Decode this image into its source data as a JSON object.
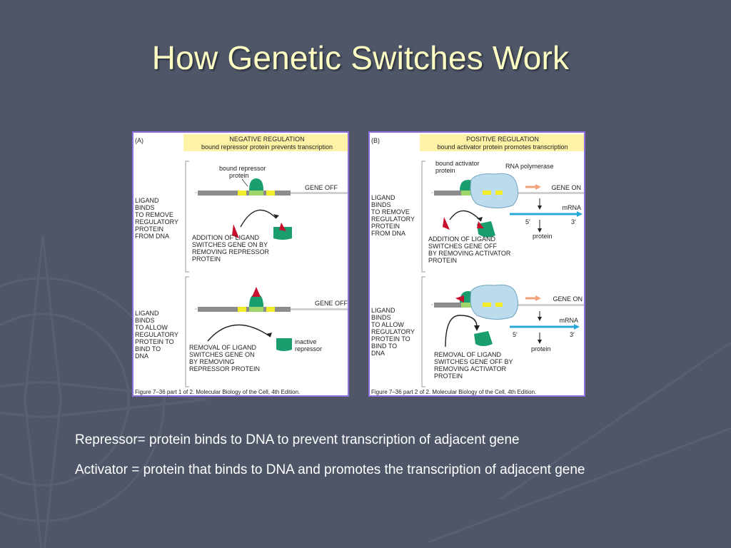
{
  "title": "How Genetic Switches Work",
  "colors": {
    "background": "#4e5668",
    "title": "#ffffc4",
    "header": "#fdf2a6",
    "frame": "#8f6fe0",
    "protein": "#1a9e6e",
    "ligand": "#c8102e",
    "polymerase": "#bcdcee",
    "mrna": "#2aa8d8"
  },
  "panel_a": {
    "tag": "(A)",
    "header_title": "NEGATIVE REGULATION",
    "header_subtitle": "bound repressor protein prevents transcription",
    "protein_label_1": "bound repressor",
    "protein_label_2": "protein",
    "gene_off_1": "GENE OFF",
    "gene_off_2": "GENE OFF",
    "side1": [
      "LIGAND",
      "BINDS",
      "TO REMOVE",
      "REGULATORY",
      "PROTEIN",
      "FROM DNA"
    ],
    "action1": [
      "ADDITION OF LIGAND",
      "SWITCHES GENE ON BY",
      "REMOVING REPRESSOR",
      "PROTEIN"
    ],
    "side2": [
      "LIGAND",
      "BINDS",
      "TO ALLOW",
      "REGULATORY",
      "PROTEIN TO",
      "BIND TO",
      "DNA"
    ],
    "action2": [
      "REMOVAL OF LIGAND",
      "SWITCHES GENE ON",
      "BY REMOVING",
      "REPRESSOR PROTEIN"
    ],
    "inactive_1": "inactive",
    "inactive_2": "repressor",
    "caption": "Figure 7–36 part 1 of 2. Molecular Biology of the Cell, 4th Edition."
  },
  "panel_b": {
    "tag": "(B)",
    "header_title": "POSITIVE REGULATION",
    "header_subtitle": "bound activator protein promotes transcription",
    "activator_label_1": "bound activator",
    "activator_label_2": "protein",
    "polymerase_label": "RNA polymerase",
    "gene_on_1": "GENE ON",
    "gene_on_2": "GENE ON",
    "mrna_label_1": "mRNA",
    "mrna_label_2": "mRNA",
    "five_prime_1": "5′",
    "three_prime_1": "3′",
    "five_prime_2": "5′",
    "three_prime_2": "3′",
    "protein_out_1": "protein",
    "protein_out_2": "protein",
    "side1": [
      "LIGAND",
      "BINDS",
      "TO REMOVE",
      "REGULATORY",
      "PROTEIN",
      "FROM DNA"
    ],
    "action1": [
      "ADDITION OF LIGAND",
      "SWITCHES GENE OFF",
      "BY REMOVING ACTIVATOR",
      "PROTEIN"
    ],
    "side2": [
      "LIGAND",
      "BINDS",
      "TO ALLOW",
      "REGULATORY",
      "PROTEIN TO",
      "BIND TO",
      "DNA"
    ],
    "action2": [
      "REMOVAL OF LIGAND",
      "SWITCHES GENE OFF BY",
      "REMOVING ACTIVATOR",
      "PROTEIN"
    ],
    "caption": "Figure 7–36 part 2 of 2. Molecular Biology of the Cell, 4th Edition."
  },
  "bullets": [
    "Repressor= protein binds to DNA to prevent transcription of adjacent gene",
    "Activator = protein that binds to DNA and promotes the transcription of adjacent gene"
  ]
}
